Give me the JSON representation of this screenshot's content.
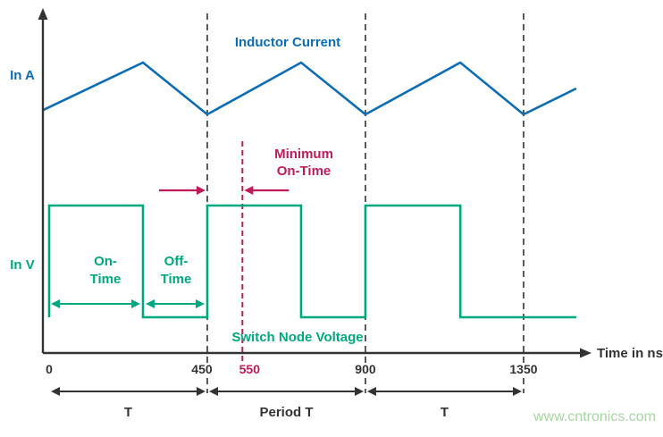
{
  "page": {
    "watermark": "www.cntronics.com"
  },
  "colors": {
    "blue": "#0C6CB4",
    "green": "#00A87D",
    "crimson": "#BF1A5A",
    "axis": "#333333",
    "dashed": "#3F3F3F",
    "watermark": "#A5D6A0"
  },
  "labels": {
    "y_current": "In A",
    "y_voltage": "In V",
    "inductor_current": "Inductor Current",
    "switch_node_voltage": "Switch Node Voltage",
    "minimum_on_time": [
      "Minimum",
      "On-Time"
    ],
    "on_time": [
      "On-",
      "Time"
    ],
    "off_time": [
      "Off-",
      "Time"
    ],
    "x_axis": "Time in ns"
  },
  "axis": {
    "ticks": [
      {
        "t": 0,
        "label": "0",
        "color": "dark"
      },
      {
        "t": 450,
        "label": "450",
        "color": "dark"
      },
      {
        "t": 550,
        "label": "550",
        "color": "crimson"
      },
      {
        "t": 900,
        "label": "900",
        "color": "dark"
      },
      {
        "t": 1350,
        "label": "1350",
        "color": "dark"
      }
    ]
  },
  "spans": [
    {
      "from": 0,
      "to": 450,
      "label": "T"
    },
    {
      "from": 450,
      "to": 900,
      "label": "Period T"
    },
    {
      "from": 900,
      "to": 1350,
      "label": "T"
    }
  ],
  "chart_data": {
    "type": "line",
    "xlabel": "Time in ns",
    "x_ticks": [
      0,
      450,
      550,
      900,
      1350
    ],
    "grid": false,
    "series": [
      {
        "name": "Inductor Current",
        "unit": "A",
        "color_key": "blue",
        "shape": "triangle-ripple",
        "points": [
          {
            "t": -18,
            "v": 0.08
          },
          {
            "t": 267,
            "v": 1
          },
          {
            "t": 450,
            "v": 0
          },
          {
            "t": 717,
            "v": 1
          },
          {
            "t": 900,
            "v": 0
          },
          {
            "t": 1170,
            "v": 1
          },
          {
            "t": 1350,
            "v": 0
          },
          {
            "t": 1500,
            "v": 0.5
          }
        ]
      },
      {
        "name": "Switch Node Voltage",
        "unit": "V",
        "color_key": "green",
        "shape": "square-wave",
        "points": [
          {
            "t": 0,
            "v": 0
          },
          {
            "t": 0,
            "v": 1
          },
          {
            "t": 267,
            "v": 1
          },
          {
            "t": 267,
            "v": 0
          },
          {
            "t": 450,
            "v": 0
          },
          {
            "t": 450,
            "v": 1
          },
          {
            "t": 717,
            "v": 1
          },
          {
            "t": 717,
            "v": 0
          },
          {
            "t": 900,
            "v": 0
          },
          {
            "t": 900,
            "v": 1
          },
          {
            "t": 1170,
            "v": 1
          },
          {
            "t": 1170,
            "v": 0
          },
          {
            "t": 1500,
            "v": 0
          }
        ]
      }
    ],
    "period_dashed_lines_ns": [
      450,
      900,
      1350
    ],
    "min_on_time_marker_ns": 550,
    "on_time_span_ns": [
      0,
      267
    ],
    "off_time_span_ns": [
      267,
      450
    ]
  }
}
